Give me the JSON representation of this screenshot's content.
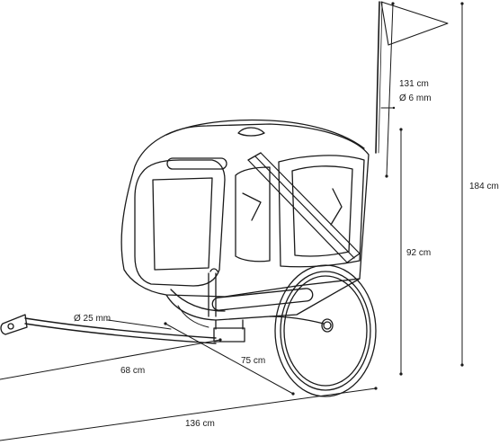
{
  "dimensions": {
    "flagpole_length": "131 cm",
    "flagpole_diameter": "Ø 6 mm",
    "total_height": "184 cm",
    "body_height": "92 cm",
    "drawbar_diameter": "Ø 25 mm",
    "drawbar_length": "68 cm",
    "width": "75 cm",
    "total_length": "136 cm"
  }
}
